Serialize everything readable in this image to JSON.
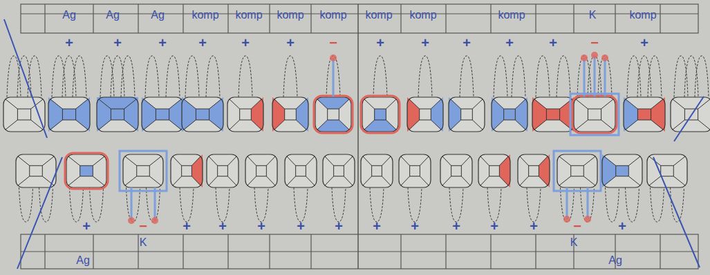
{
  "diagram": {
    "labels": [
      "Ag",
      "Ag",
      "Ag",
      "komp",
      "komp",
      "komp",
      "komp",
      "komp",
      "komp",
      "komp",
      "K",
      "komp",
      "+",
      "+",
      "+",
      "+",
      "+",
      "+",
      "−",
      "+",
      "+",
      "+",
      "+",
      "+",
      "−",
      "+",
      "+",
      "−",
      "+",
      "+",
      "+",
      "+",
      "+",
      "+",
      "+",
      "+",
      "+",
      "+",
      "−",
      "+",
      "K",
      "K",
      "Ag",
      "Ag"
    ]
  }
}
